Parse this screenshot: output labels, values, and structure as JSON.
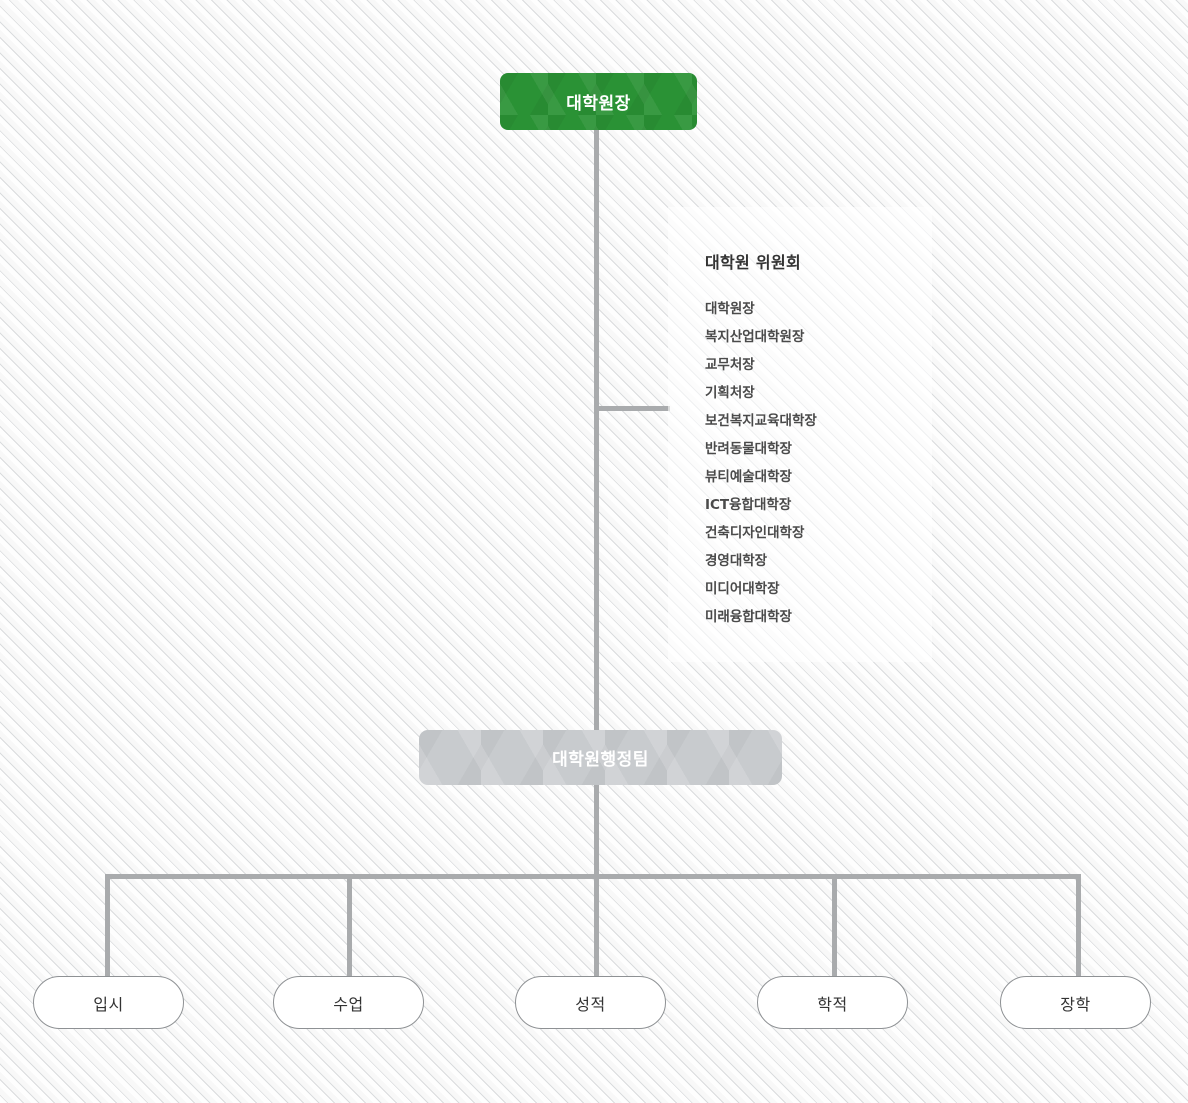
{
  "chart": {
    "type": "organization-chart",
    "title_node": {
      "label": "대학원장"
    },
    "committee": {
      "title": "대학원 위원회",
      "members": [
        "대학원장",
        "복지산업대학원장",
        "교무처장",
        "기획처장",
        "보건복지교육대학장",
        "반려동물대학장",
        "뷰티예술대학장",
        "ICT융합대학장",
        "건축디자인대학장",
        "경영대학장",
        "미디어대학장",
        "미래융합대학장"
      ]
    },
    "admin_node": {
      "label": "대학원행정팀"
    },
    "leaf_nodes": [
      {
        "label": "입시"
      },
      {
        "label": "수업"
      },
      {
        "label": "성적"
      },
      {
        "label": "학적"
      },
      {
        "label": "장학"
      }
    ],
    "colors": {
      "top_node_green": "#2a9235",
      "admin_node_gray": "#c8cbce",
      "connector_gray": "#a9abad",
      "leaf_border": "#8e9194",
      "text_dark": "#333333",
      "text_body": "#4a4a4a",
      "text_on_fill": "#ffffff",
      "background": "#f4f4f4"
    }
  }
}
